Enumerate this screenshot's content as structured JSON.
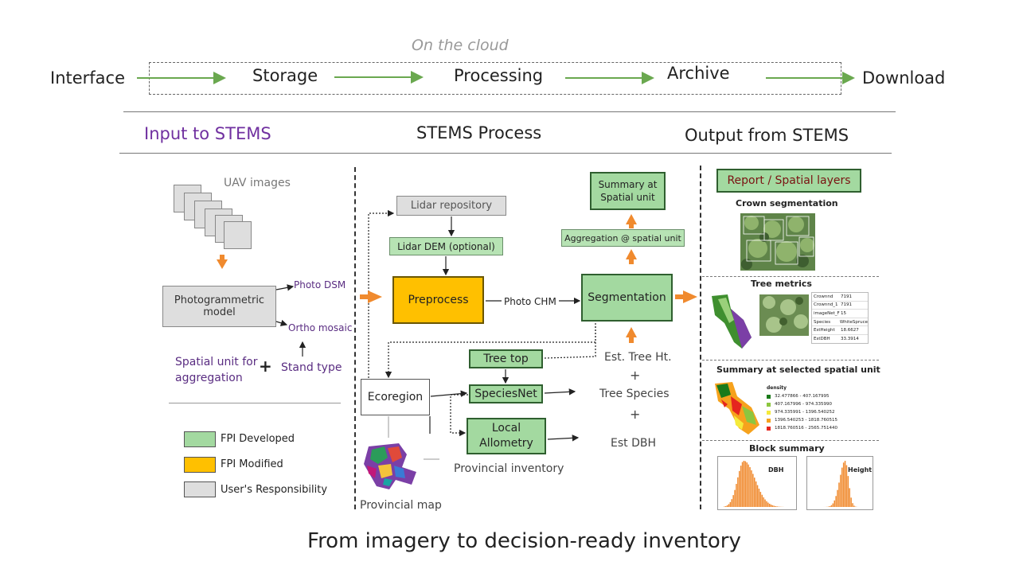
{
  "workflow": {
    "cloud_label": "On the cloud",
    "steps": [
      "Interface",
      "Storage",
      "Processing",
      "Archive",
      "Download"
    ]
  },
  "columns": {
    "input": "Input to STEMS",
    "process": "STEMS Process",
    "output": "Output from STEMS"
  },
  "input": {
    "uav": "UAV images",
    "photogrammetric": "Photogrammetric model",
    "photo_dsm": "Photo DSM",
    "ortho": "Ortho mosaic",
    "spatial_unit": "Spatial unit for aggregation",
    "plus": "+",
    "stand_type": "Stand type"
  },
  "legend": [
    {
      "label": "FPI Developed",
      "color": "#a3d9a0"
    },
    {
      "label": "FPI Modified",
      "color": "#ffc000"
    },
    {
      "label": "User's Responsibility",
      "color": "#dedede"
    }
  ],
  "process": {
    "lidar_repo": "Lidar repository",
    "lidar_dem": "Lidar DEM (optional)",
    "preprocess": "Preprocess",
    "photo_chm": "Photo CHM",
    "segmentation": "Segmentation",
    "aggregation": "Aggregation @ spatial unit",
    "summary": "Summary at Spatial unit",
    "tree_top": "Tree top",
    "species_net": "SpeciesNet",
    "local_allometry": "Local Allometry",
    "ecoregion": "Ecoregion",
    "est_tree_ht": "Est. Tree Ht.",
    "plus1": "+",
    "tree_species": "Tree Species",
    "plus2": "+",
    "est_dbh": "Est DBH",
    "provincial_inventory": "Provincial inventory",
    "provincial_map": "Provincial map"
  },
  "output": {
    "report": "Report / Spatial layers",
    "crown_seg": "Crown segmentation",
    "tree_metrics": "Tree metrics",
    "metrics_table": [
      [
        "Crownnd",
        "7191"
      ],
      [
        "Crownnd_1",
        "7191"
      ],
      [
        "imageNet_F",
        "15"
      ],
      [
        "Species",
        "WhiteSpruce"
      ],
      [
        "EstHeight",
        "18.6627"
      ],
      [
        "EstDBH",
        "33.3914"
      ]
    ],
    "summary_title": "Summary at selected spatial unit",
    "density_label": "density",
    "density_classes": [
      {
        "range": "32.477866 - 407.167995",
        "color": "#1a7a1a"
      },
      {
        "range": "407.167996 - 974.335990",
        "color": "#8cc63f"
      },
      {
        "range": "974.335991 - 1396.540252",
        "color": "#f5ea3b"
      },
      {
        "range": "1396.540253 - 1818.760515",
        "color": "#f6a21d"
      },
      {
        "range": "1818.760516 - 2565.751440",
        "color": "#e5261f"
      }
    ],
    "block_summary": "Block summary",
    "hist1_label": "DBH",
    "hist2_label": "Height"
  },
  "footer": "From imagery to decision-ready inventory",
  "colors": {
    "arrow_green": "#6aa84f",
    "arrow_orange": "#f08a2e",
    "purple": "#7030a0"
  }
}
